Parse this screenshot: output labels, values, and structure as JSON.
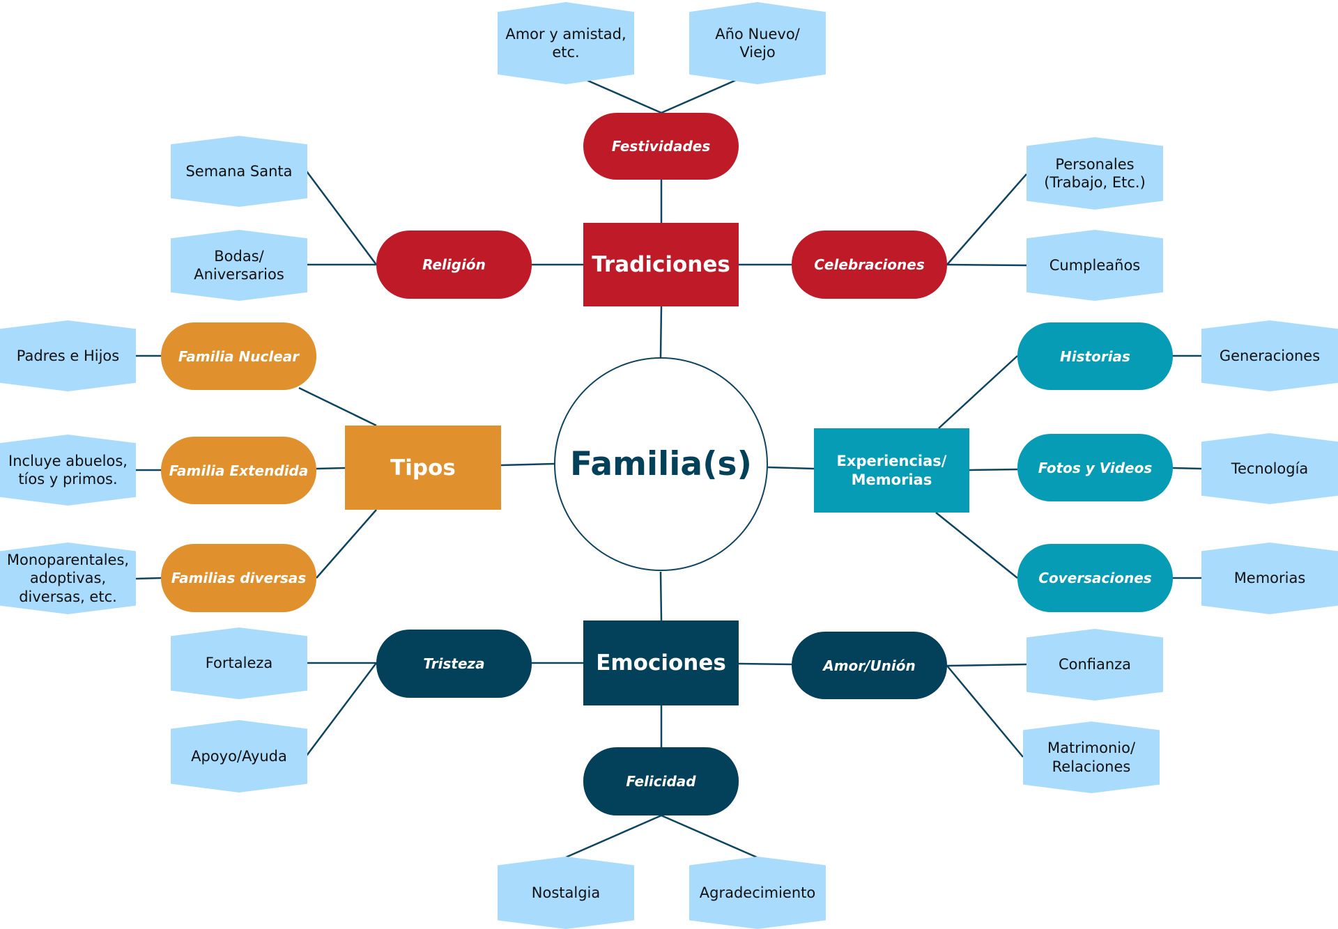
{
  "title": "Familia(s)",
  "colors": {
    "tradiciones": "#BE1A28",
    "tipos": "#E0902C",
    "experiencias": "#069CB5",
    "emociones": "#03405A",
    "leaf": "#A9DBFD",
    "connector": "#0D4460"
  },
  "branches": {
    "tradiciones": {
      "label": "Tradiciones",
      "subtopics": {
        "festividades": {
          "label": "Festividades",
          "leaves": [
            "Amor y amistad, etc.",
            "Año Nuevo/ Viejo"
          ]
        },
        "religion": {
          "label": "Religión",
          "leaves": [
            "Semana Santa",
            "Bodas/ Aniversarios"
          ]
        },
        "celebraciones": {
          "label": "Celebraciones",
          "leaves": [
            "Personales (Trabajo, Etc.)",
            "Cumpleaños"
          ]
        }
      }
    },
    "tipos": {
      "label": "Tipos",
      "subtopics": {
        "nuclear": {
          "label": "Familia Nuclear",
          "leaves": [
            "Padres e Hijos"
          ]
        },
        "extendida": {
          "label": "Familia Extendida",
          "leaves": [
            "Incluye abuelos, tíos y primos."
          ]
        },
        "diversas": {
          "label": "Familias diversas",
          "leaves": [
            "Monoparentales, adoptivas, diversas, etc."
          ]
        }
      }
    },
    "experiencias": {
      "label": "Experiencias/ Memorias",
      "subtopics": {
        "historias": {
          "label": "Historias",
          "leaves": [
            "Generaciones"
          ]
        },
        "fotos": {
          "label": "Fotos y Videos",
          "leaves": [
            "Tecnología"
          ]
        },
        "conversaciones": {
          "label": "Coversaciones",
          "leaves": [
            "Memorias"
          ]
        }
      }
    },
    "emociones": {
      "label": "Emociones",
      "subtopics": {
        "tristeza": {
          "label": "Tristeza",
          "leaves": [
            "Fortaleza",
            "Apoyo/Ayuda"
          ]
        },
        "amor": {
          "label": "Amor/Unión",
          "leaves": [
            "Confianza",
            "Matrimonio/ Relaciones"
          ]
        },
        "felicidad": {
          "label": "Felicidad",
          "leaves": [
            "Nostalgia",
            "Agradecimiento"
          ]
        }
      }
    }
  }
}
